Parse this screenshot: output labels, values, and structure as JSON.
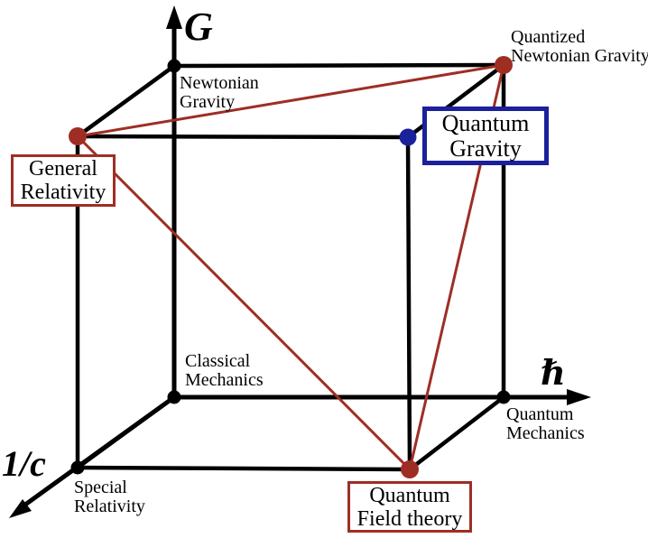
{
  "diagram": {
    "type": "cube-of-physical-theories",
    "background": "#ffffff"
  },
  "colors": {
    "line_black": "#000000",
    "link_red": "#9e2e24",
    "quantum_blue": "#1b209b",
    "box_background": "#ffffff"
  },
  "axes": {
    "g": {
      "label": "G"
    },
    "hbar": {
      "label": "ℏ"
    },
    "inv_c": {
      "label": "1/c"
    }
  },
  "corners": {
    "newtonian_gravity": {
      "line1": "Newtonian",
      "line2": "Gravity"
    },
    "quantized_newtonian_gravity": {
      "line1": "Quantized",
      "line2": "Newtonian Gravity"
    },
    "classical_mechanics": {
      "line1": "Classical",
      "line2": "Mechanics"
    },
    "quantum_mechanics": {
      "line1": "Quantum",
      "line2": "Mechanics"
    },
    "special_relativity": {
      "line1": "Special",
      "line2": "Relativity"
    }
  },
  "boxes": {
    "general_relativity": {
      "line1": "General",
      "line2": "Relativity",
      "border_color": "#9e2e24"
    },
    "quantum_gravity": {
      "line1": "Quantum",
      "line2": "Gravity",
      "border_color": "#1b209b"
    },
    "quantum_field_theory": {
      "line1": "Quantum",
      "line2": "Field theory",
      "border_color": "#9e2e24"
    }
  },
  "graph": {
    "nodes": [
      {
        "id": "classical_mechanics",
        "label": "Classical Mechanics",
        "dot_color": "#000000"
      },
      {
        "id": "newtonian_gravity",
        "label": "Newtonian Gravity",
        "dot_color": "#000000"
      },
      {
        "id": "quantum_mechanics",
        "label": "Quantum Mechanics",
        "dot_color": "#000000"
      },
      {
        "id": "special_relativity",
        "label": "Special Relativity",
        "dot_color": "#000000"
      },
      {
        "id": "general_relativity",
        "label": "General Relativity",
        "dot_color": "#9e2e24"
      },
      {
        "id": "quantized_newtonian_gravity",
        "label": "Quantized Newtonian Gravity",
        "dot_color": "#9e2e24"
      },
      {
        "id": "quantum_field_theory",
        "label": "Quantum Field theory",
        "dot_color": "#9e2e24"
      },
      {
        "id": "quantum_gravity",
        "label": "Quantum Gravity",
        "dot_color": "#1b209b"
      }
    ],
    "red_links": [
      [
        "general_relativity",
        "quantized_newtonian_gravity"
      ],
      [
        "quantized_newtonian_gravity",
        "quantum_field_theory"
      ],
      [
        "general_relativity",
        "quantum_field_theory"
      ]
    ]
  }
}
